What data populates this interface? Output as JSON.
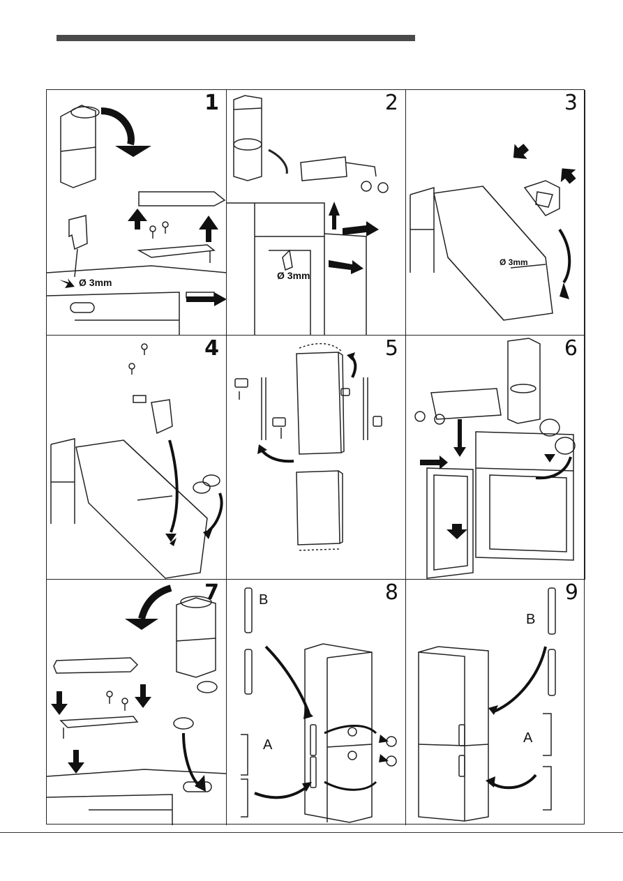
{
  "panels": [
    {
      "number": "1",
      "labels": [
        "Ø 3mm"
      ]
    },
    {
      "number": "2",
      "labels": [
        "Ø 3mm"
      ]
    },
    {
      "number": "3",
      "labels": [
        "Ø 3mm"
      ]
    },
    {
      "number": "4",
      "labels": []
    },
    {
      "number": "5",
      "labels": []
    },
    {
      "number": "6",
      "labels": []
    },
    {
      "number": "7",
      "labels": []
    },
    {
      "number": "8",
      "labels": [
        "B",
        "A"
      ]
    },
    {
      "number": "9",
      "labels": [
        "B",
        "A"
      ]
    }
  ]
}
